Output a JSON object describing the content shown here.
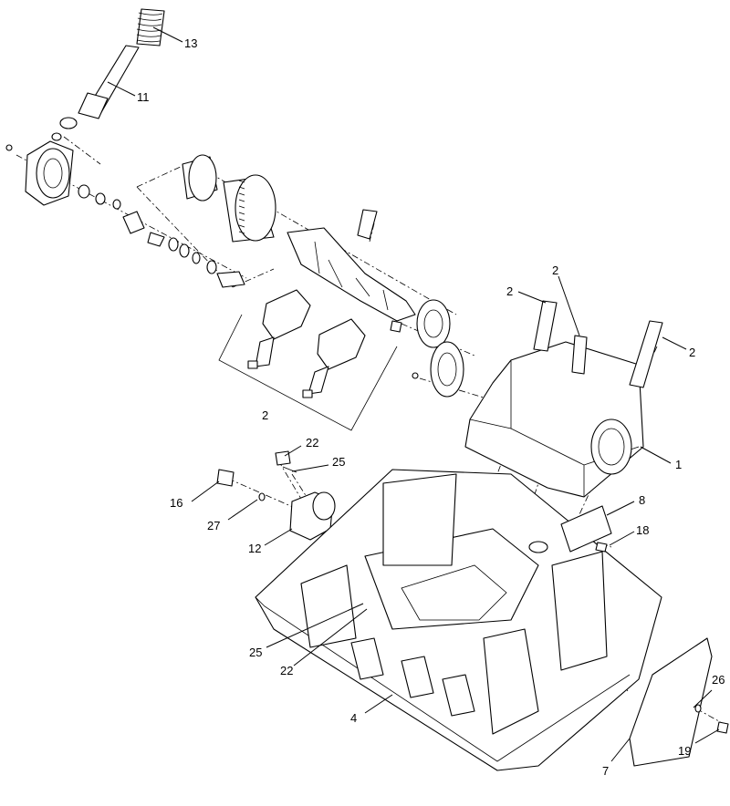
{
  "callouts": [
    {
      "id": "c13",
      "label": "13"
    },
    {
      "id": "c11",
      "label": "11"
    },
    {
      "id": "c2a",
      "label": "2"
    },
    {
      "id": "c2b",
      "label": "2"
    },
    {
      "id": "c2c",
      "label": "2"
    },
    {
      "id": "c2d",
      "label": "2"
    },
    {
      "id": "c1",
      "label": "1"
    },
    {
      "id": "c22a",
      "label": "22"
    },
    {
      "id": "c25a",
      "label": "25"
    },
    {
      "id": "c16",
      "label": "16"
    },
    {
      "id": "c27",
      "label": "27"
    },
    {
      "id": "c12",
      "label": "12"
    },
    {
      "id": "c8",
      "label": "8"
    },
    {
      "id": "c18",
      "label": "18"
    },
    {
      "id": "c25b",
      "label": "25"
    },
    {
      "id": "c22b",
      "label": "22"
    },
    {
      "id": "c4",
      "label": "4"
    },
    {
      "id": "c26",
      "label": "26"
    },
    {
      "id": "c19",
      "label": "19"
    },
    {
      "id": "c7",
      "label": "7"
    }
  ]
}
